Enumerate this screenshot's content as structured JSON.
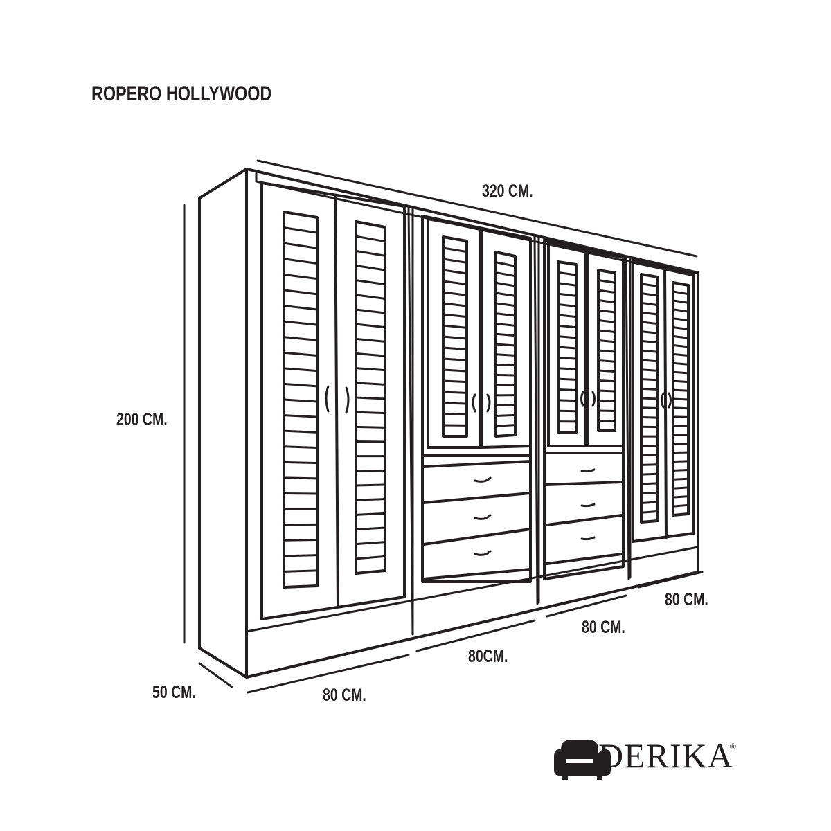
{
  "title": "ROPERO HOLLYWOOD",
  "dimensions": {
    "total_width": "320 CM.",
    "height": "200 CM.",
    "depth": "50 CM.",
    "module_1_width": "80 CM.",
    "module_2_width": "80CM.",
    "module_3_width": "80 CM.",
    "module_4_width": "80 CM."
  },
  "brand": {
    "name": "DERIKA",
    "registered_mark": "®",
    "logo_icon": "armchair-icon"
  },
  "colors": {
    "ink": "#231f20",
    "background": "#ffffff"
  }
}
